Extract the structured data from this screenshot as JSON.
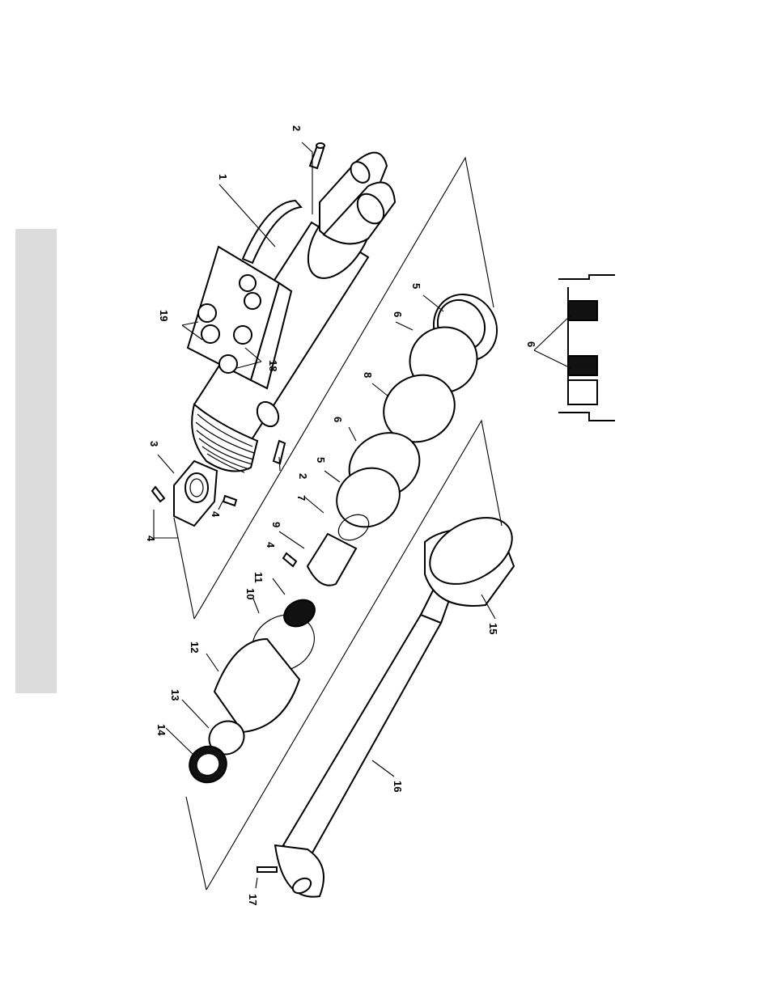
{
  "callouts": {
    "c1": "1",
    "c2a": "2",
    "c2b": "2",
    "c3": "3",
    "c4a": "4",
    "c4b": "4",
    "c4c": "4",
    "c5a": "5",
    "c5b": "5",
    "c6a": "6",
    "c6b": "6",
    "c6c": "6",
    "c7": "7",
    "c8": "8",
    "c9": "9",
    "c10": "10",
    "c11": "11",
    "c12": "12",
    "c13": "13",
    "c14": "14",
    "c15": "15",
    "c16": "16",
    "c17": "17",
    "c18": "18",
    "c19": "19"
  },
  "colors": {
    "tab": "#dcdcdc",
    "ink": "#000000",
    "paper": "#ffffff"
  }
}
